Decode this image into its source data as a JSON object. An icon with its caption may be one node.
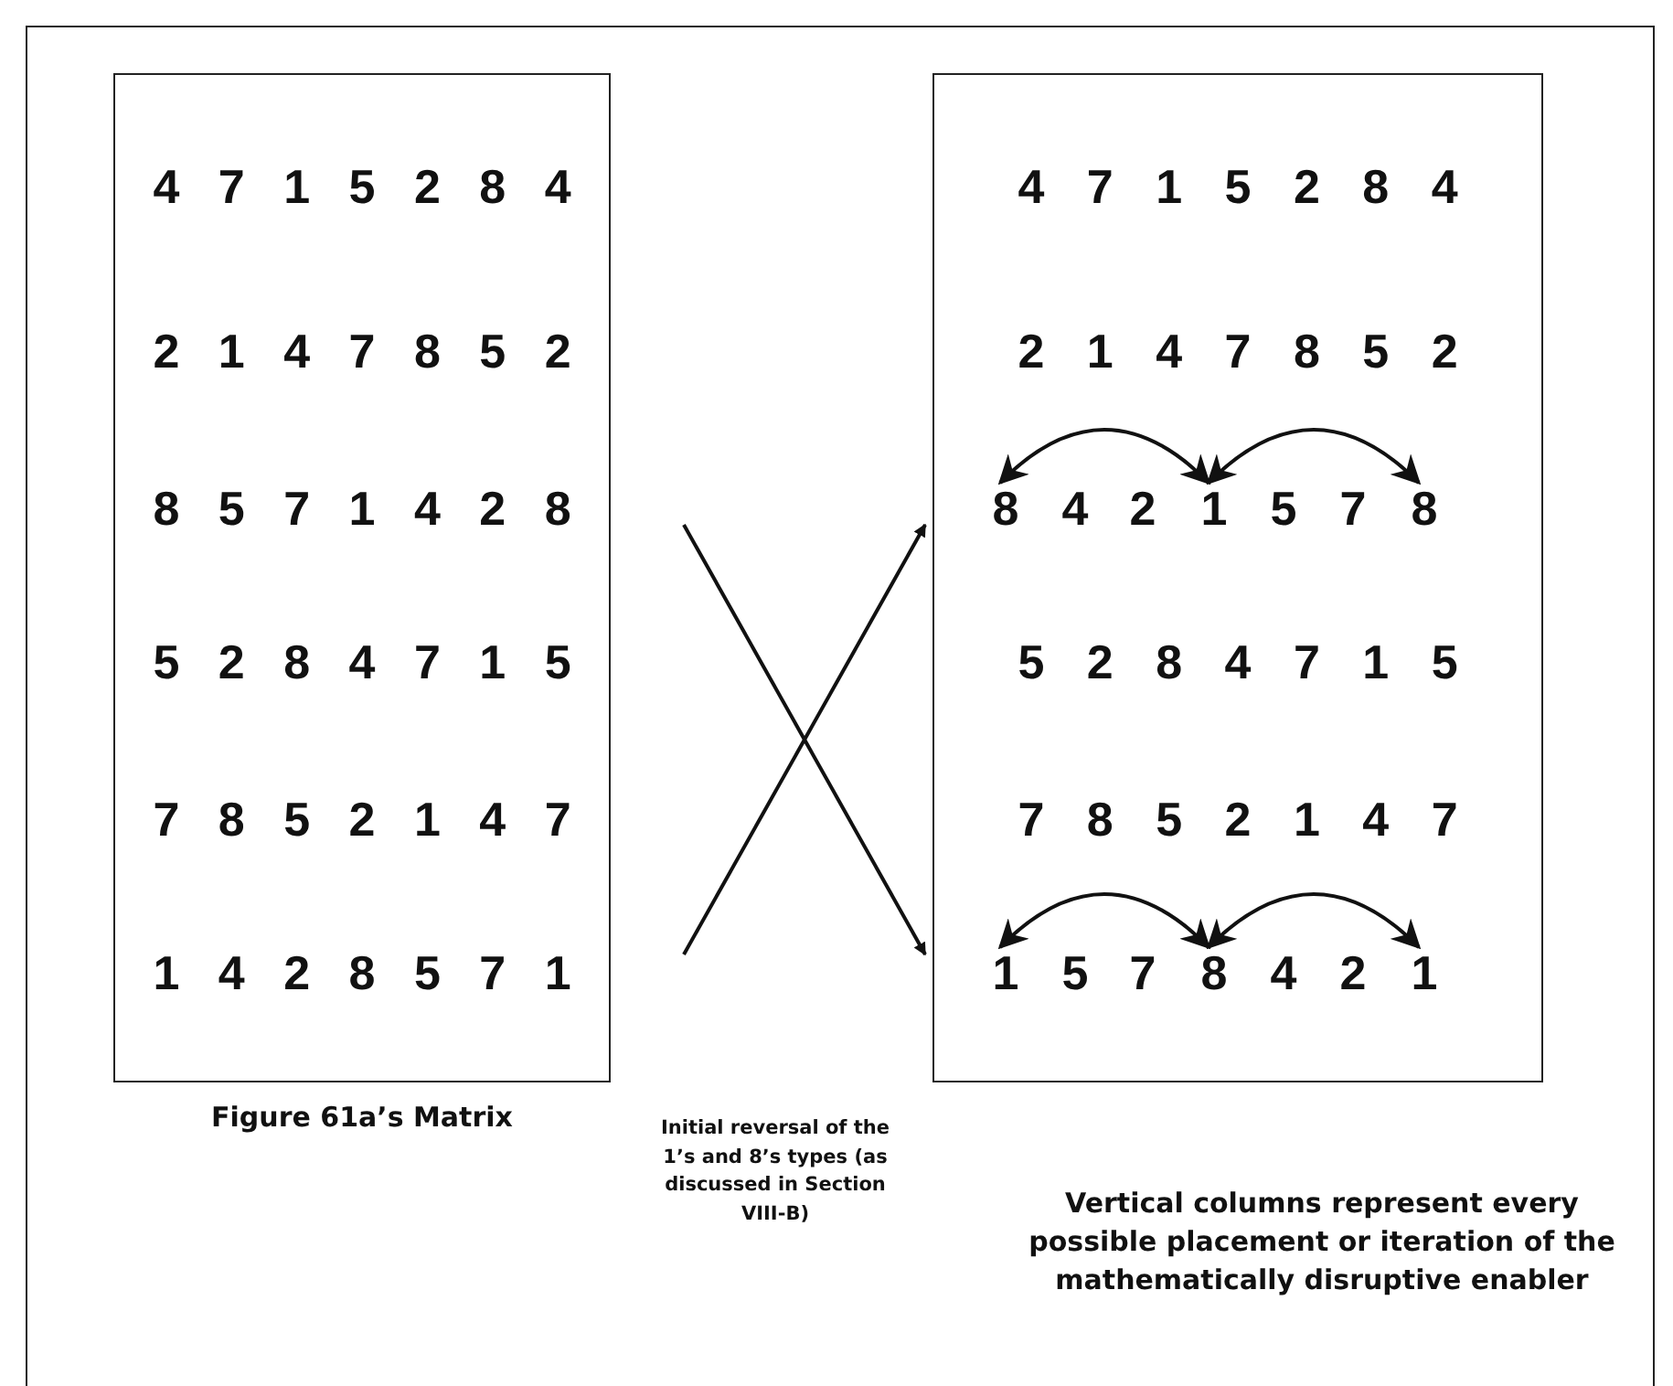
{
  "diagram": {
    "nodes": [
      {
        "text": [],
        "shape": "box",
        "beside": [
          "Figure 61a’s Matrix"
        ]
      },
      {
        "text": [
          "4 7 1 5 2 8 4"
        ],
        "in": 0
      },
      {
        "text": [
          "2 1 4 7 8 5 2"
        ],
        "in": 0
      },
      {
        "text": [
          "8 5 7 1 4 2 8"
        ],
        "in": 0
      },
      {
        "text": [
          "5 2 8 4 7 1 5"
        ],
        "in": 0
      },
      {
        "text": [
          "7 8 5 2 1 4 7"
        ],
        "in": 0
      },
      {
        "text": [
          "1 4 2 8 5 7 1"
        ],
        "in": 0
      },
      {
        "text": [],
        "shape": "box",
        "beside": [
          "Vertical columns represent every possible placement or iteration of the mathematically disruptive enabler"
        ]
      },
      {
        "text": [
          "4 7 1 5 2 8 4"
        ],
        "in": 7
      },
      {
        "text": [
          "2 1 4 7 8 5 2"
        ],
        "in": 7
      },
      {
        "text": [
          "8"
        ],
        "in": 7
      },
      {
        "text": [
          "4"
        ],
        "in": 7
      },
      {
        "text": [
          "2"
        ],
        "in": 7
      },
      {
        "text": [
          "1"
        ],
        "in": 7
      },
      {
        "text": [
          "5"
        ],
        "in": 7
      },
      {
        "text": [
          "7"
        ],
        "in": 7
      },
      {
        "text": [
          "8"
        ],
        "in": 7
      },
      {
        "text": [
          "5 2 8 4 7 1 5"
        ],
        "in": 7
      },
      {
        "text": [
          "7 8 5 2 1 4 7"
        ],
        "in": 7
      },
      {
        "text": [
          "1"
        ],
        "in": 7
      },
      {
        "text": [
          "5"
        ],
        "in": 7
      },
      {
        "text": [
          "7"
        ],
        "in": 7
      },
      {
        "text": [
          "8"
        ],
        "in": 7
      },
      {
        "text": [
          "4"
        ],
        "in": 7
      },
      {
        "text": [
          "2"
        ],
        "in": 7
      },
      {
        "text": [
          "1"
        ],
        "in": 7
      }
    ],
    "edges": [
      {
        "from": null,
        "to": 7,
        "arrow": "to"
      },
      {
        "from": null,
        "to": 7,
        "arrow": "to"
      },
      {
        "from": 10,
        "to": 13,
        "arrow": "both"
      },
      {
        "from": 13,
        "to": 16,
        "arrow": "both"
      },
      {
        "from": 19,
        "to": 22,
        "arrow": "both"
      },
      {
        "from": 22,
        "to": 25,
        "arrow": "both"
      }
    ],
    "labels": [
      "Initial reversal of the 1’s and 8’s types (as discussed in Section VIII-B)"
    ]
  }
}
